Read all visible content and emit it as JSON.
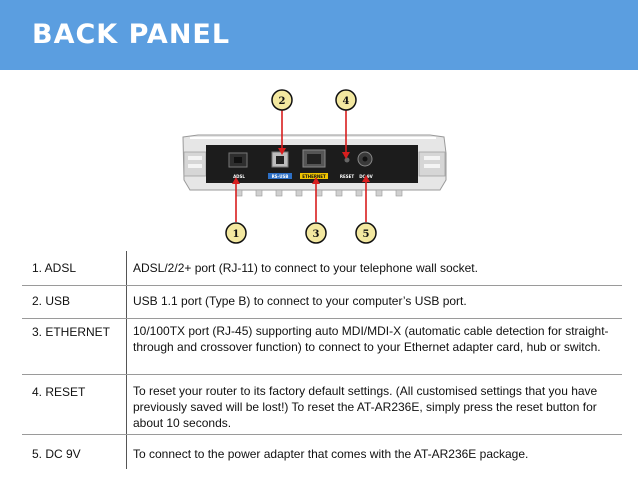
{
  "header": {
    "title": "BACK PANEL"
  },
  "diagram": {
    "callouts": [
      "1",
      "2",
      "3",
      "4",
      "5"
    ],
    "port_labels": [
      "ADSL",
      "RS-USB",
      "ETHERNET",
      "RESET",
      "DC 9V"
    ],
    "colors": {
      "callout_fill": "#f3e8a0",
      "line": "#d81e1e",
      "banner": "#5b9ee0"
    }
  },
  "ports": [
    {
      "name": "1. ADSL",
      "description": "ADSL/2/2+ port (RJ-11) to connect to your telephone wall socket."
    },
    {
      "name": "2. USB",
      "description": "USB 1.1 port (Type B) to connect to your computer’s USB port."
    },
    {
      "name": "3. ETHERNET",
      "description": "10/100TX port (RJ-45) supporting auto MDI/MDI-X (automatic cable detection for straight-through and crossover function) to connect to your Ethernet adapter card, hub or switch."
    },
    {
      "name": "4. RESET",
      "description": "To reset your router to its factory default settings. (All customised settings that you have previously saved will be lost!) To reset the AT-AR236E, simply press the reset button for about 10 seconds."
    },
    {
      "name": "5. DC 9V",
      "description": "To connect to the power adapter that comes with the AT-AR236E package."
    }
  ]
}
